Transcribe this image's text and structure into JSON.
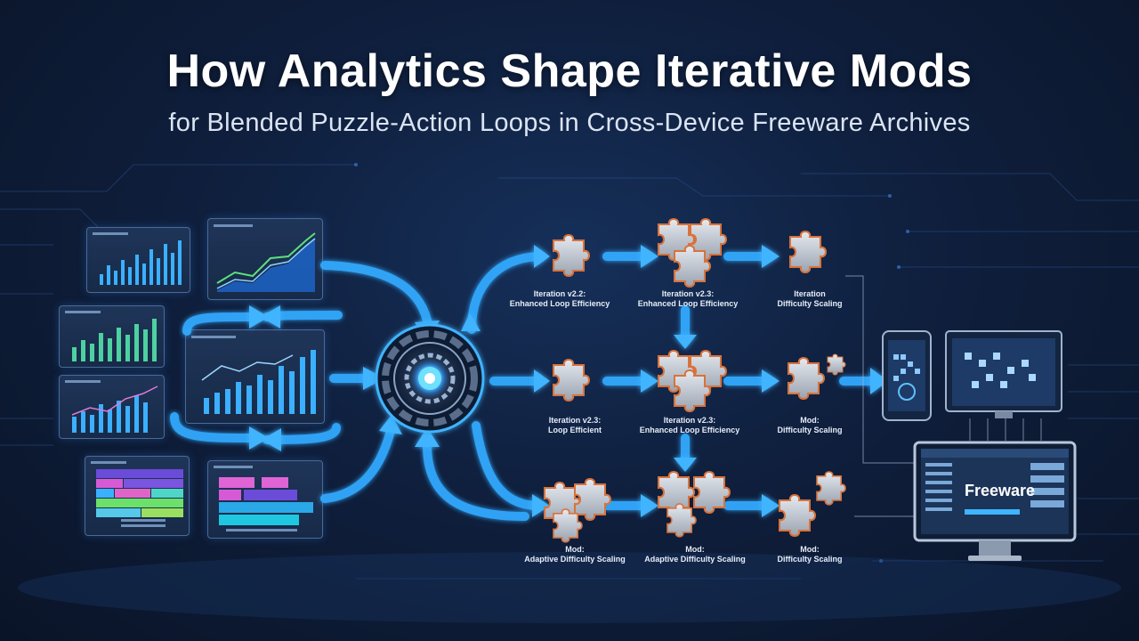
{
  "title": "How Analytics Shape Iterative Mods",
  "subtitle": "for Blended Puzzle-Action Loops in Cross-Device Freeware Archives",
  "captions": {
    "r1a": [
      "Iteration v2.2:",
      "Enhanced Loop Efficiency"
    ],
    "r1b": [
      "Iteration v2.3:",
      "Enhanced Loop Efficiency"
    ],
    "r1c": [
      "Iteration",
      "Difficulty Scaling"
    ],
    "r2a": [
      "Iteration v2.3:",
      "Loop Efficient"
    ],
    "r2b": [
      "Iteration v2.3:",
      "Enhanced Loop Efficiency"
    ],
    "r2c": [
      "Mod:",
      "Difficulty Scaling"
    ],
    "r3a": [
      "Mod:",
      "Adaptive Difficulty Scaling"
    ],
    "r3b": [
      "Mod:",
      "Adaptive Difficulty Scaling"
    ],
    "r3c": [
      "Mod:",
      "Difficulty Scaling"
    ]
  },
  "monitor_label": "Freeware",
  "colors": {
    "accent": "#3fb4ff",
    "glow": "#1e8cff",
    "puzzle": "#c9ced6",
    "puzzle_edge": "#d9723a"
  }
}
